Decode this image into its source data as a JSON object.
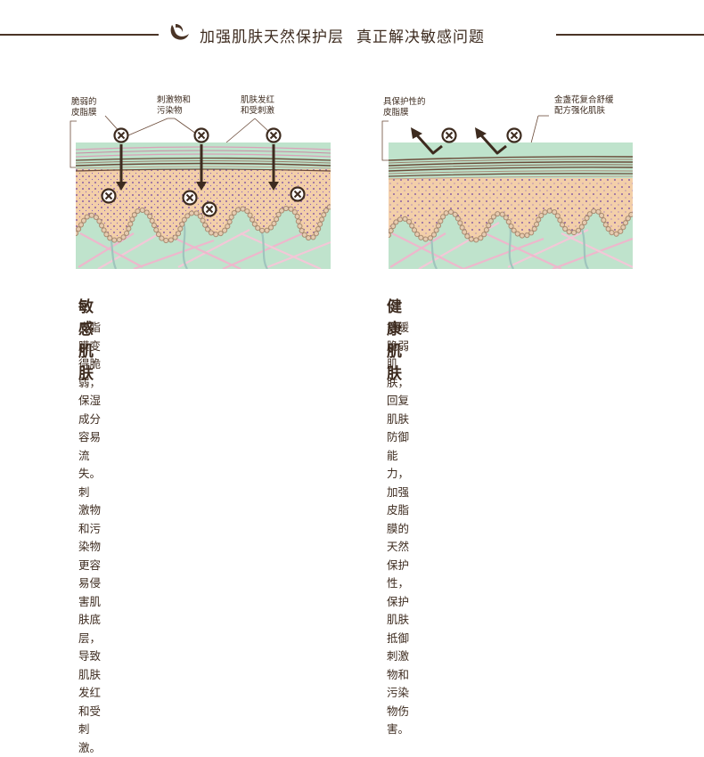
{
  "header": {
    "title_left": "加强肌肤天然保护层",
    "title_right": "真正解决敏感问题",
    "logo_icon": "swirl-logo-icon"
  },
  "left_panel": {
    "labels": [
      {
        "line1": "脆弱的",
        "line2": "皮脂膜"
      },
      {
        "line1": "刺激物和",
        "line2": "污染物"
      },
      {
        "line1": "肌肤发红",
        "line2": "和受刺激"
      }
    ],
    "heading": "敏感肌肤",
    "description": [
      "皮脂膜变得脆弱，保湿成分容易流失。刺",
      "激物和污染物更容易侵害肌肤底层，导致",
      "肌肤发红和受刺激。"
    ]
  },
  "right_panel": {
    "labels": [
      {
        "line1": "具保护性的",
        "line2": "皮脂膜"
      },
      {
        "line1": "金盏花复合舒缓",
        "line2": "配方强化肌肤"
      }
    ],
    "heading": "健康肌肤",
    "description": [
      "舒缓脆弱肌肤，回复肌肤防御能力，加强",
      "皮脂膜的天然保护性，保护肌肤抵御刺激",
      "物和污染物伤害。"
    ]
  },
  "colors": {
    "text_brown": "#3d2b1f",
    "line_brown": "#4a3426",
    "skin_peach": "#f3cfa9",
    "dermis_mint": "#bfe3cc",
    "fiber_pink": "#eeb7cc",
    "fiber_blue": "#9fc4bd",
    "dot_purple": "#6b3fa0",
    "cell_tan": "#e6cbb0",
    "layer_dark": "#6b4b39"
  }
}
